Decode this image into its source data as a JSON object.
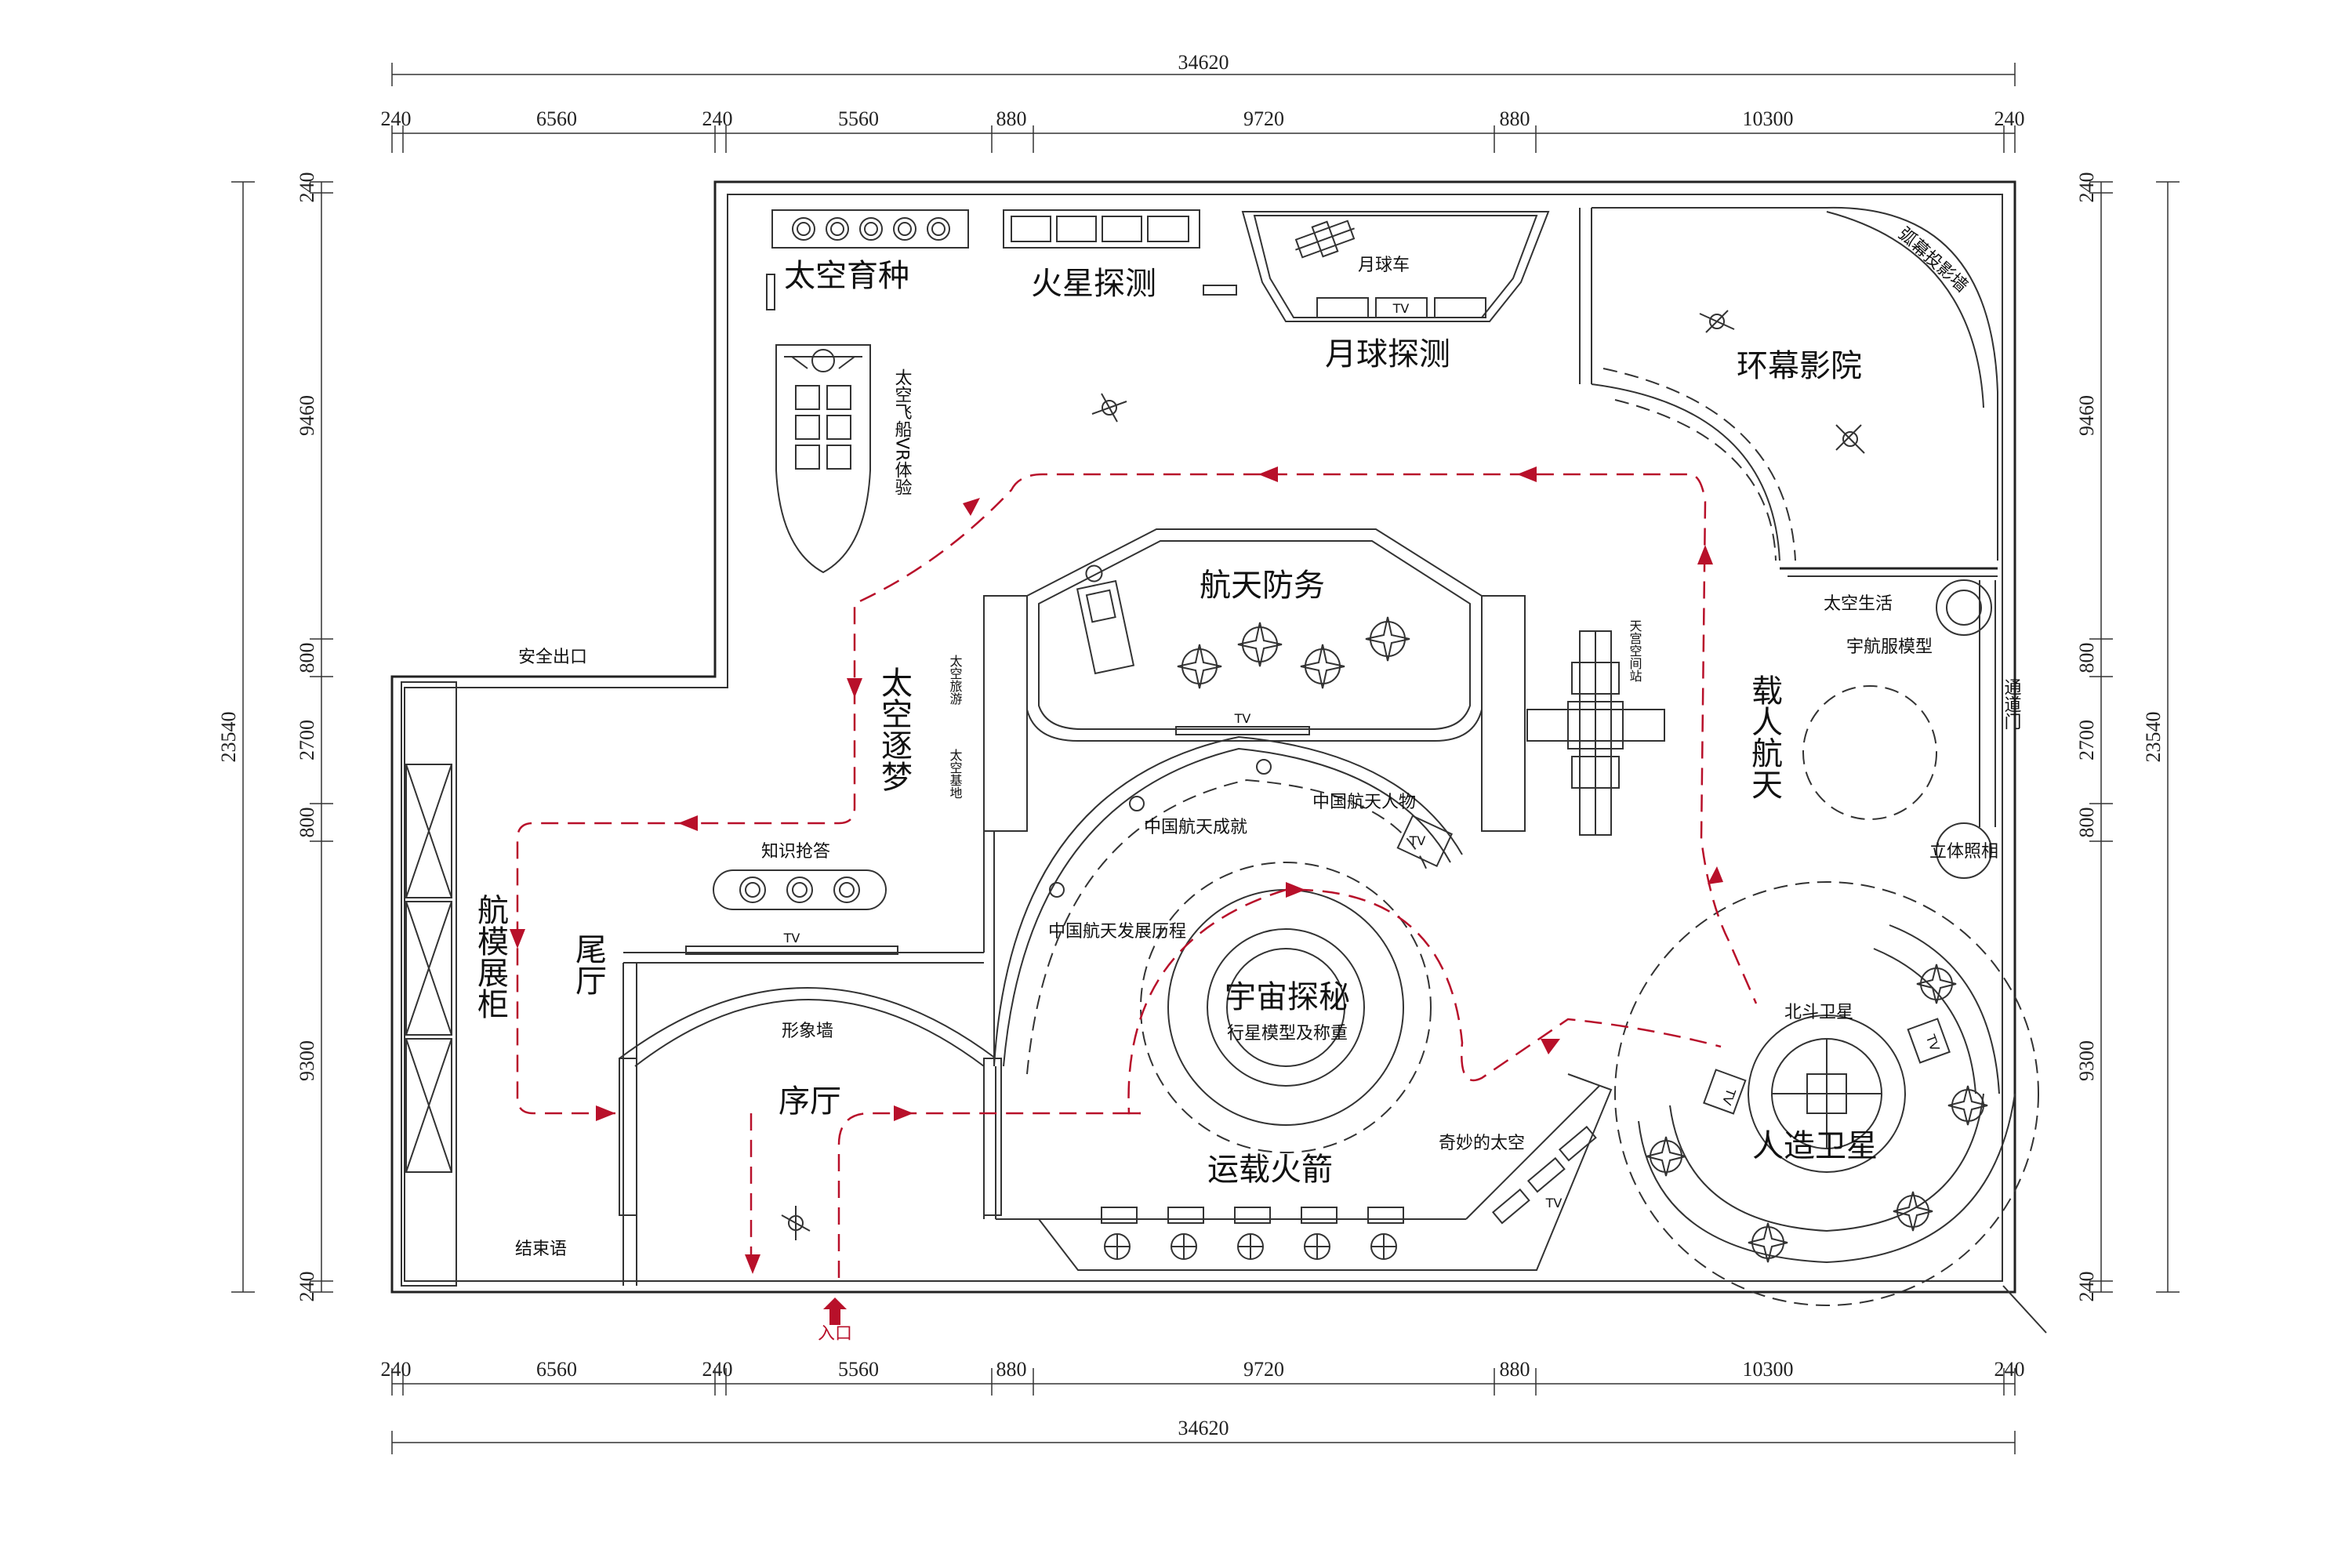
{
  "dimensions": {
    "total_width": "34620",
    "total_height": "23540",
    "horizontal": [
      "240",
      "6560",
      "240",
      "5560",
      "880",
      "9720",
      "880",
      "10300",
      "240"
    ],
    "vertical": [
      "240",
      "9460",
      "800",
      "2700",
      "800",
      "9300",
      "240"
    ]
  },
  "zones": {
    "space_breeding": "太空育种",
    "mars": "火星探测",
    "moon": "月球探测",
    "moon_rover": "月球车",
    "cinema": "环幕影院",
    "arc_screen": "弧幕投影墙",
    "vr": "太空飞船VR体验",
    "defense": "航天防务",
    "dream": "太空逐梦",
    "space_travel": "太空旅游",
    "space_base": "太空基地",
    "station": "天宫空间站",
    "manned": "载人航天",
    "space_life": "太空生活",
    "suit_model": "宇航服模型",
    "channel": "通道门",
    "exit": "安全出口",
    "quiz": "知识抢答",
    "tail_hall": "尾厅",
    "model_cabinet": "航模展柜",
    "image_wall": "形象墙",
    "foyer": "序厅",
    "ending": "结束语",
    "entrance": "入口",
    "universe": "宇宙探秘",
    "planets": "行星模型及称重",
    "history": "中国航天发展历程",
    "achievements": "中国航天成就",
    "figures": "中国航天人物",
    "rocket": "运载火箭",
    "wonder": "奇妙的太空",
    "beidou": "北斗卫星",
    "satellite": "人造卫星",
    "photo": "立体照相",
    "tv": "TV"
  }
}
